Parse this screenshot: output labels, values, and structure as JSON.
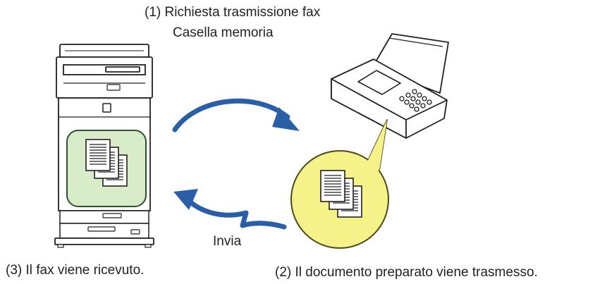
{
  "labels": {
    "request_line1": "(1) Richiesta trasmissione fax",
    "request_line2": "Casella memoria",
    "send": "Invia",
    "received": "(3) Il fax viene ricevuto.",
    "transmitted": "(2) Il documento preparato viene trasmesso."
  },
  "colors": {
    "arrow": "#2a5fa8",
    "received_highlight": "#d8ecc9",
    "received_highlight_border": "#2f4f2f",
    "sent_highlight": "#f5f28a",
    "sent_highlight_border": "#4a4a1a",
    "outline": "#231f20"
  },
  "icons": {
    "mfp": "multifunction-printer-icon",
    "fax": "fax-machine-icon",
    "documents": "document-stack-icon"
  }
}
